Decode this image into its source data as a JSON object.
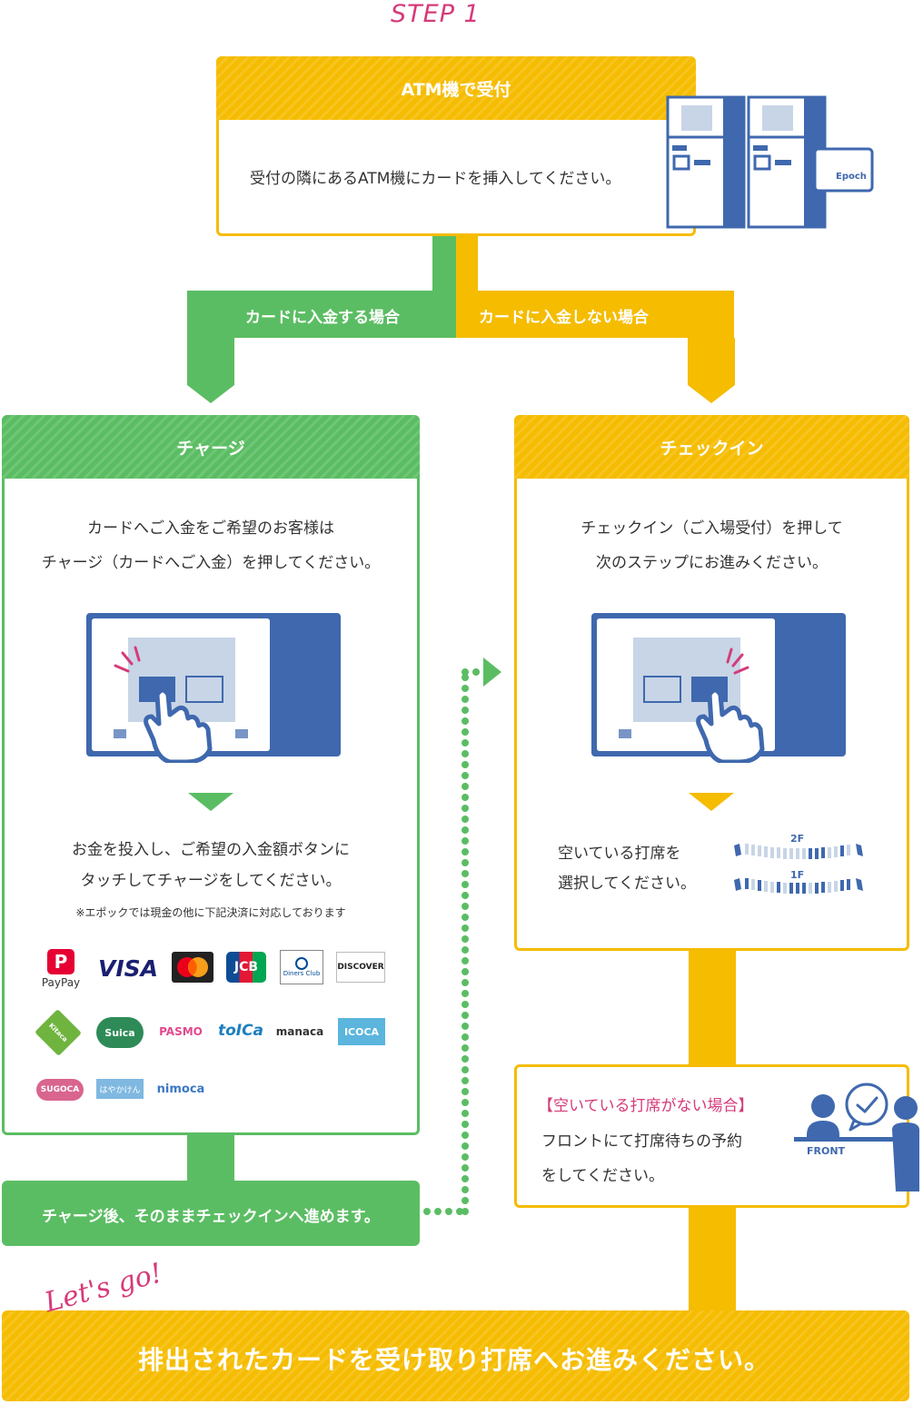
{
  "step_label": "STEP 1",
  "atm": {
    "title": "ATM機で受付",
    "text": "受付の隣にあるATM機にカードを挿入してください。",
    "card_brand": "Epoch"
  },
  "branches": {
    "deposit_label": "カードに入金する場合",
    "no_deposit_label": "カードに入金しない場合"
  },
  "charge": {
    "title": "チャージ",
    "line1": "カードへご入金をご希望のお客様は",
    "line2": "チャージ（カードへご入金）を押してください。",
    "step2_line1": "お金を投入し、ご希望の入金額ボタンに",
    "step2_line2": "タッチしてチャージをしてください。",
    "note": "※エポックでは現金の他に下記決済に対応しております",
    "payments": [
      "PayPay",
      "VISA",
      "mastercard",
      "JCB",
      "Diners Club",
      "DISCOVER",
      "Kitaca",
      "Suica",
      "PASMO",
      "toICa",
      "manaca",
      "ICOCA",
      "SUGOCA",
      "はやかけん",
      "nimoca"
    ],
    "after_text": "チャージ後、そのままチェックインへ進めます。"
  },
  "checkin": {
    "title": "チェックイン",
    "line1": "チェックイン（ご入場受付）を押して",
    "line2": "次のステップにお進みください。",
    "seat_line1": "空いている打席を",
    "seat_line2": "選択してください。",
    "floor_2f": "2F",
    "floor_1f": "1F"
  },
  "no_seat": {
    "heading": "【空いている打席がない場合】",
    "line1": "フロントにて打席待ちの予約",
    "line2": "をしてください。",
    "front_label": "FRONT"
  },
  "final": {
    "lets_go": "Let's go!",
    "text": "排出されたカードを受け取り打席へお進みください。"
  },
  "colors": {
    "yellow": "#f5bc00",
    "green": "#5bbd63",
    "blue": "#3f68ae",
    "pink": "#d63a7a"
  }
}
